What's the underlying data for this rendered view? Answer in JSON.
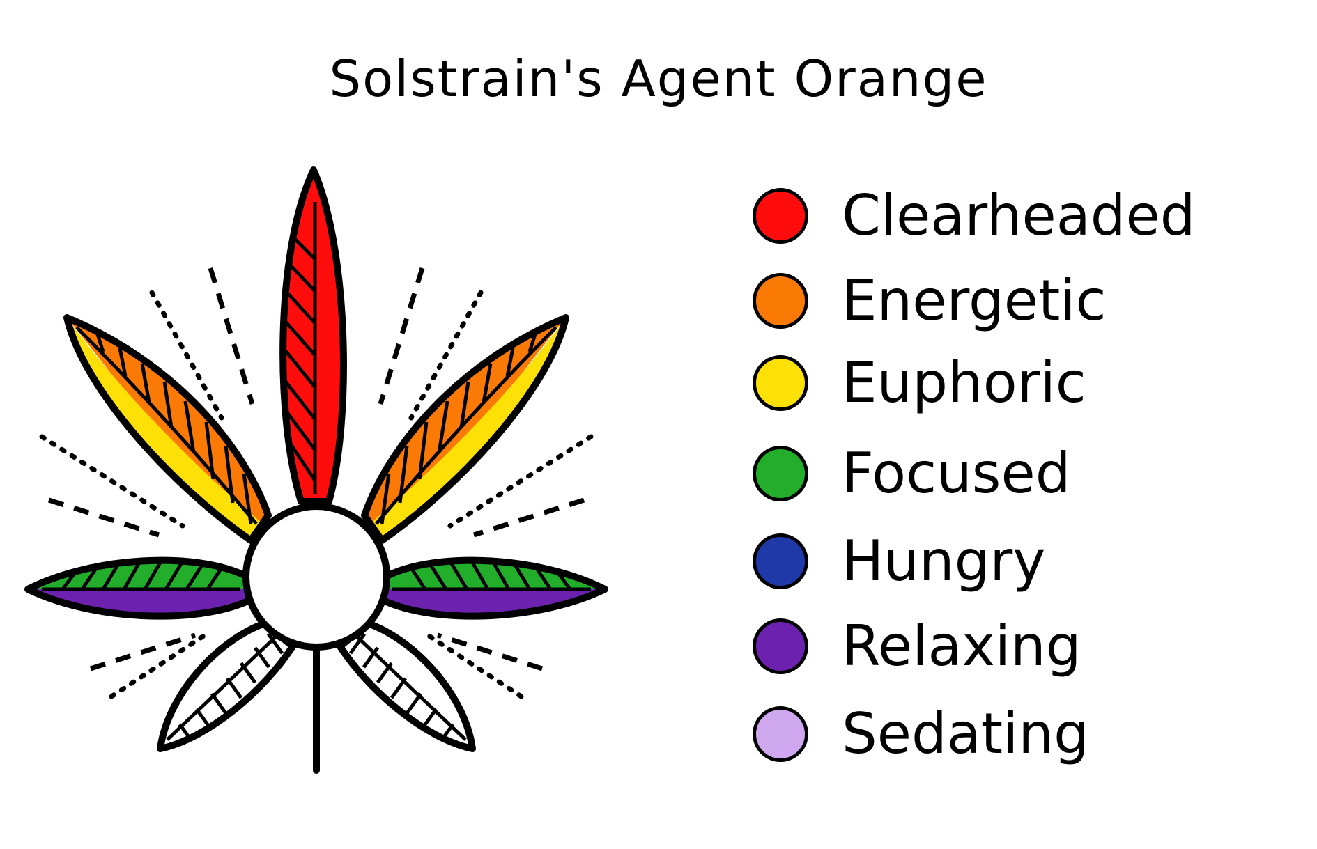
{
  "title": "Solstrain's Agent Orange",
  "legend": [
    {
      "label": "Clearheaded",
      "color": "#ff0d0d"
    },
    {
      "label": "Energetic",
      "color": "#fb7a05"
    },
    {
      "label": "Euphoric",
      "color": "#fde006"
    },
    {
      "label": "Focused",
      "color": "#22ad2b"
    },
    {
      "label": "Hungry",
      "color": "#1f3aa8"
    },
    {
      "label": "Relaxing",
      "color": "#6c22ae"
    },
    {
      "label": "Sedating",
      "color": "#cfa7ee"
    }
  ],
  "leaves": [
    {
      "name": "top-leaf",
      "effect": "Clearheaded",
      "color": "#ff0d0d"
    },
    {
      "name": "upper-left-leaf",
      "effects": [
        "Euphoric",
        "Energetic"
      ],
      "colors": [
        "#fde006",
        "#fb7a05"
      ]
    },
    {
      "name": "upper-right-leaf",
      "effects": [
        "Euphoric",
        "Energetic"
      ],
      "colors": [
        "#fde006",
        "#fb7a05"
      ]
    },
    {
      "name": "middle-left-leaf",
      "effects": [
        "Relaxing",
        "Focused"
      ],
      "colors": [
        "#6c22ae",
        "#22ad2b"
      ]
    },
    {
      "name": "middle-right-leaf",
      "effects": [
        "Relaxing",
        "Focused"
      ],
      "colors": [
        "#6c22ae",
        "#22ad2b"
      ]
    },
    {
      "name": "lower-left-leaf",
      "color": "#ffffff"
    },
    {
      "name": "lower-right-leaf",
      "color": "#ffffff"
    }
  ]
}
